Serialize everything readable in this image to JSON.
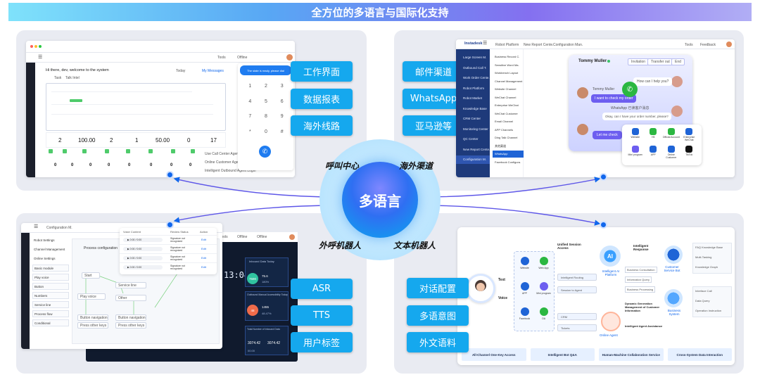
{
  "banner": {
    "title": "全方位的多语言与国际化支持"
  },
  "center": {
    "label": "多语言"
  },
  "arc_labels": {
    "call_center": "呼叫中心",
    "overseas_channels": "海外渠道",
    "outbound_robot": "外呼机器人",
    "text_robot": "文本机器人"
  },
  "top_left": {
    "pills": [
      "工作界面",
      "数据报表",
      "海外线路"
    ],
    "greeting": "Hi there, dev, welcome to the system",
    "today": "Today",
    "my_messages": "My Messages",
    "tab_task": "Task",
    "tab_talk": "Talk Intel",
    "dialpad_hint": "The state is ready, please dial",
    "dial_keys": [
      "1",
      "2",
      "3",
      "4",
      "5",
      "6",
      "7",
      "8",
      "9",
      "*",
      "0",
      "#"
    ],
    "stat_values": [
      "2",
      "100.00",
      "2",
      "1",
      "50.00",
      "0",
      "17"
    ],
    "bottom_values": [
      "0",
      "0",
      "0",
      "0",
      "0",
      "0",
      "0",
      "0"
    ],
    "side_items": [
      "Use Call Center Agent Login",
      "Online Customer Agent Login",
      "Intelligent Outbound Agent Login"
    ],
    "btn_tools": "Tools",
    "btn_offline": "Offline"
  },
  "top_right": {
    "pills": [
      "邮件渠道",
      "WhatsApp",
      "亚马逊等"
    ],
    "brand": "Instadesk",
    "nav_items": [
      "Large Screen M.",
      "Outbound Call T.",
      "Work Order Cente.",
      "Robot Platform",
      "Robot Market",
      "Knowledge Base",
      "CRM Center",
      "Monitoring Center",
      "QC Center",
      "New Report Cente.",
      "Configuration M."
    ],
    "sub_items": [
      "Business Record C.",
      "Sensitive Word Ma.",
      "Workbench Layout",
      "Channel Management",
      "Website Channel",
      "WeChat Channel",
      "Enterprise WeChat",
      "WeChat Customer",
      "Email Channel",
      "APP Channels",
      "Ding Talk Channel",
      "其他渠道",
      "WhatsApp",
      "Facebook Configura."
    ],
    "tabs": [
      "Robot Platform",
      "New Report Cente.",
      "Configuration Man."
    ],
    "tools": "Tools",
    "feedback": "Feedback",
    "chat_title": "Tommy Muller",
    "chat_tabs": [
      "Invitation",
      "Transfer out",
      "End"
    ],
    "bubbles": [
      "How can I help you?",
      "I want to check my order",
      "Tommy Muller",
      "Okay, can I have your order number, please?",
      "WhatsApp 已读客户消息",
      "Let me check"
    ],
    "channels": [
      "Website",
      "H5",
      "Official Account",
      "Enterprise WeChat",
      "Mini program",
      "APP",
      "Online Customer",
      "TikTok"
    ]
  },
  "bottom_left": {
    "pills": [
      "ASR",
      "TTS",
      "用户标签"
    ],
    "sidebar_items": [
      "Robot Settings",
      "Channel Management",
      "Online Settings",
      "Basic module",
      "Play voice",
      "Button",
      "Numbers",
      "Service line",
      "Process flow",
      "Conditional"
    ],
    "flow_title": "Process configuration",
    "flow_nodes": [
      "Start",
      "Play voice",
      "Button navigation",
      "Press other keys",
      "Service line",
      "Button navigation",
      "Press other keys",
      "Other"
    ],
    "voice_header": [
      "Voice Content",
      "Review Status",
      "Action"
    ],
    "voice_rows": [
      {
        "audio": "0:00 / 0:00",
        "status": "Signature not recognized",
        "action": "Edit"
      },
      {
        "audio": "0:00 / 0:00",
        "status": "Signature not recognized",
        "action": "Edit"
      },
      {
        "audio": "0:00 / 0:00",
        "status": "Signature not recognized",
        "action": "Edit"
      },
      {
        "audio": "0:00 / 0:00",
        "status": "Signature not recognized",
        "action": "Edit"
      }
    ],
    "tab": "Configuration M.",
    "tools": "Tools",
    "offline": "Offline",
    "dash_big": "13:04",
    "dash_stats": [
      {
        "title": "Inbound Data Today",
        "big": "7590",
        "sub": "75.6",
        "pct": "180%"
      },
      {
        "title": "Outbound Manual Accessibility Today",
        "big": "48",
        "sub": "1455",
        "pct": "48.47%"
      },
      {
        "title": "Total Number of Inbound Data",
        "big": "3074.42",
        "sub": "3074.42",
        "pct": "00.00"
      }
    ]
  },
  "bottom_right": {
    "pills": [
      "对话配置",
      "多语意图",
      "外文语料"
    ],
    "text_label": "Text",
    "voice_label": "Voice",
    "unified": "Unified Session Access",
    "channels": [
      "Website",
      "Web App",
      "APP",
      "Mini program",
      "Facebook",
      "OA"
    ],
    "flows": [
      "Intelligent Routing",
      "Session to Agent",
      "CRM",
      "Tickets"
    ],
    "ai_platform": "Intelligent AI Platform",
    "online_agent": "Online Agent",
    "response_title": "Intelligent Response",
    "response_items": [
      "Business Consultation",
      "Information Query",
      "Business Processing"
    ],
    "dynamic": "Dynamic Generation Management of Customer Information",
    "assist": "Intelligent Agent Assistance",
    "service_bot": "Customer Service Bot",
    "business_system": "Business System",
    "right_items_top": [
      "FAQ Knowledge Base",
      "Multi-Tasking",
      "Knowledge Graph"
    ],
    "right_items_bottom": [
      "Interface Call",
      "Data Query",
      "Operation Instruction"
    ],
    "footer": [
      "All-Channel One-Key Access",
      "Intelligent Bot Q&A",
      "Human-Machine Collaboration Service",
      "Cross-System Data Interaction"
    ]
  },
  "colors": {
    "accent": "#15a8ee",
    "node": "#1167ec",
    "arc": "#7b2ff7",
    "quad_bg": "#e9ebf2"
  }
}
